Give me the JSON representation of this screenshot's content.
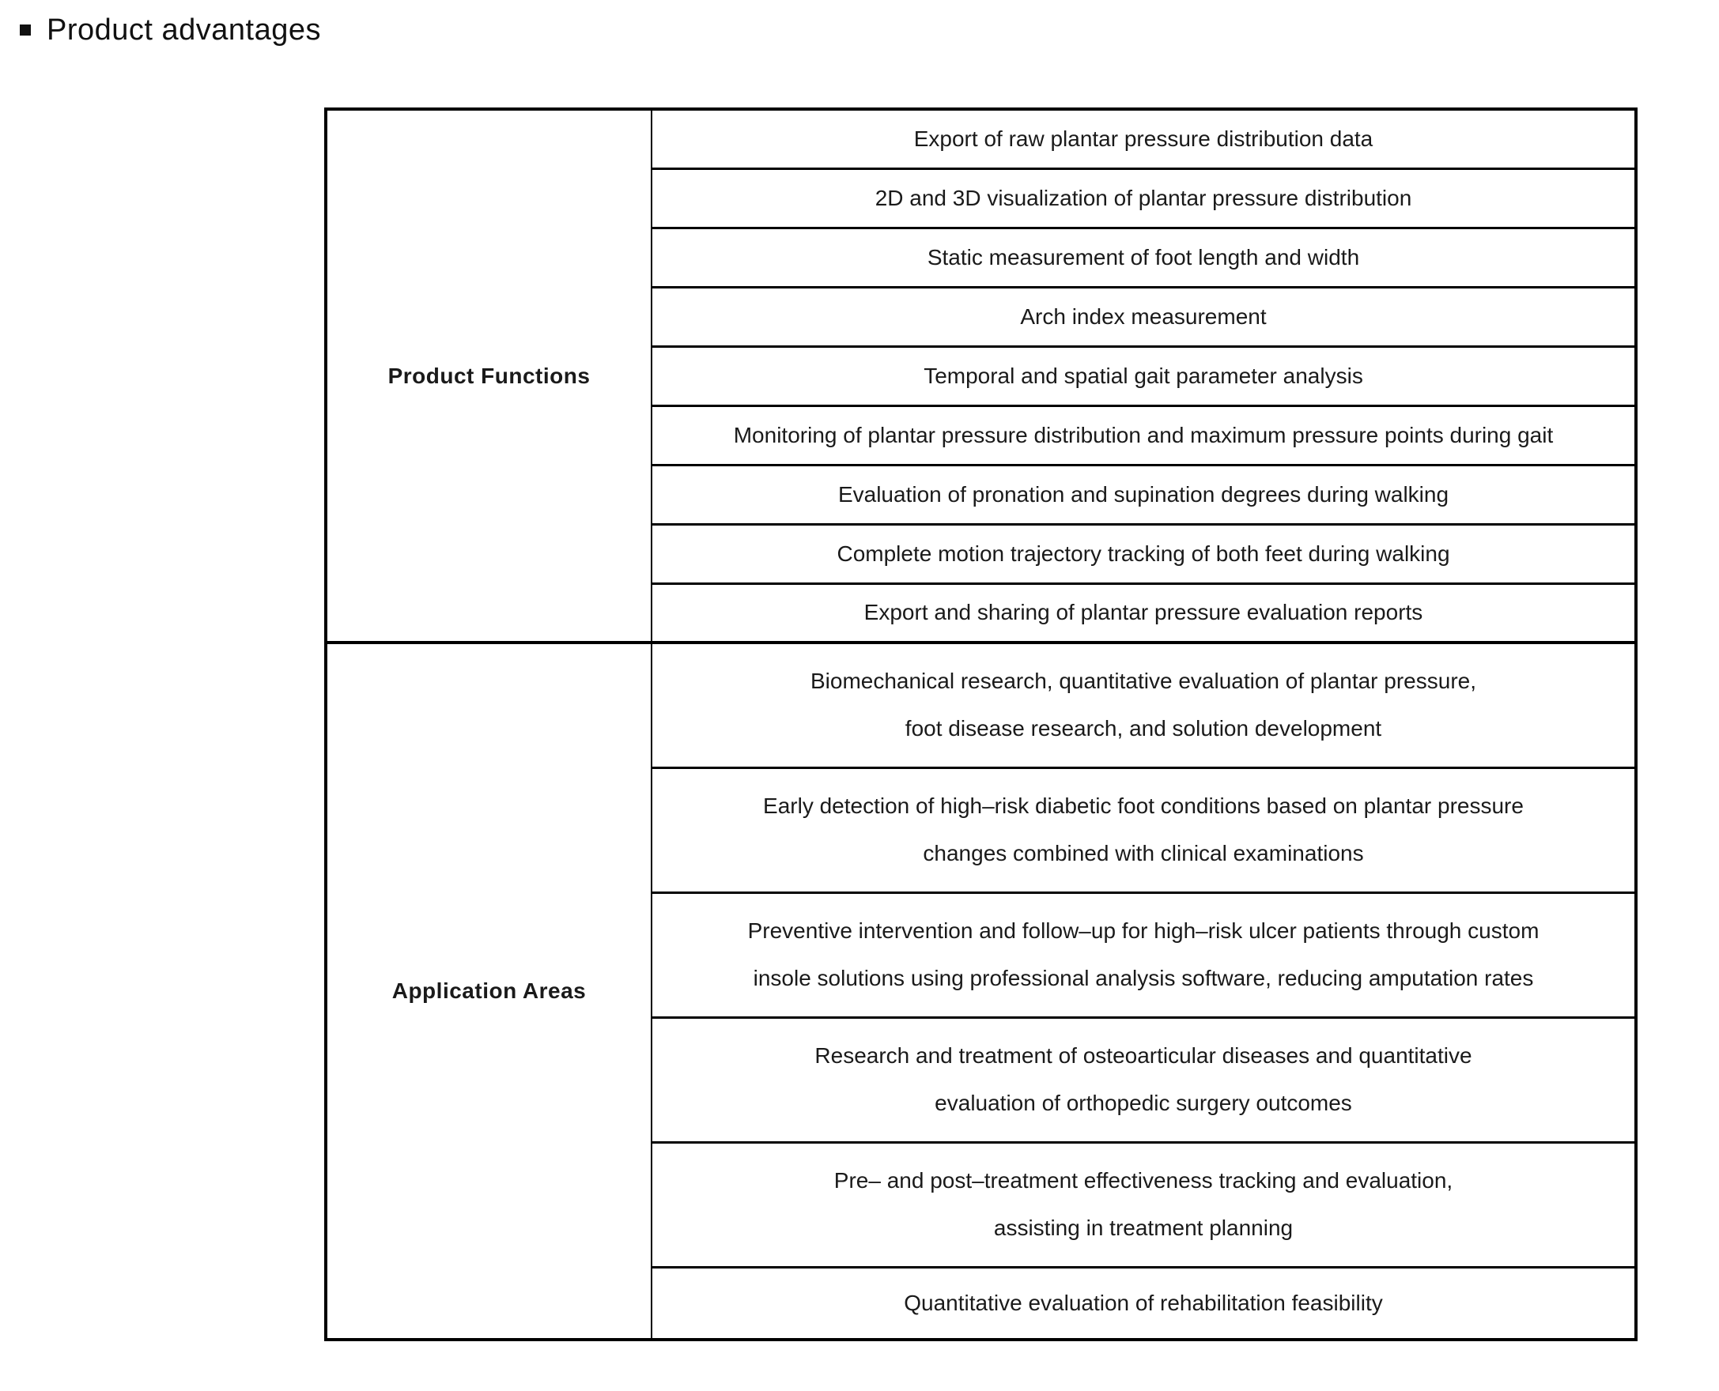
{
  "page": {
    "title": "Product advantages"
  },
  "colors": {
    "row_stripe": "#ececec",
    "border": "#000000",
    "text": "#1a1a1a",
    "background": "#ffffff"
  },
  "table": {
    "functions": {
      "label": "Product Functions",
      "rows": [
        {
          "lines": [
            "Export of raw plantar pressure distribution data"
          ]
        },
        {
          "lines": [
            "2D and 3D visualization of plantar pressure distribution"
          ]
        },
        {
          "lines": [
            "Static measurement of foot length and width"
          ]
        },
        {
          "lines": [
            "Arch index measurement"
          ]
        },
        {
          "lines": [
            "Temporal and spatial gait parameter analysis"
          ]
        },
        {
          "lines": [
            "Monitoring of plantar pressure distribution and maximum pressure points during gait"
          ]
        },
        {
          "lines": [
            "Evaluation of pronation and supination degrees during walking"
          ]
        },
        {
          "lines": [
            "Complete motion trajectory tracking of both feet during walking"
          ]
        },
        {
          "lines": [
            "Export and sharing of plantar pressure evaluation reports"
          ]
        }
      ]
    },
    "applications": {
      "label": "Application Areas",
      "rows": [
        {
          "lines": [
            "Biomechanical research, quantitative evaluation of plantar pressure,",
            "foot disease research, and solution development"
          ]
        },
        {
          "lines": [
            "Early detection of high–risk diabetic foot conditions based on plantar pressure",
            "changes combined with clinical examinations"
          ]
        },
        {
          "lines": [
            "Preventive intervention and follow–up for high–risk ulcer patients through custom",
            "insole solutions using professional analysis software, reducing amputation rates"
          ]
        },
        {
          "lines": [
            "Research and treatment of osteoarticular diseases and quantitative",
            "evaluation of orthopedic surgery outcomes"
          ]
        },
        {
          "lines": [
            "Pre– and post–treatment effectiveness tracking and evaluation,",
            "assisting in treatment planning"
          ]
        },
        {
          "lines": [
            "Quantitative evaluation of rehabilitation feasibility"
          ]
        }
      ]
    }
  }
}
